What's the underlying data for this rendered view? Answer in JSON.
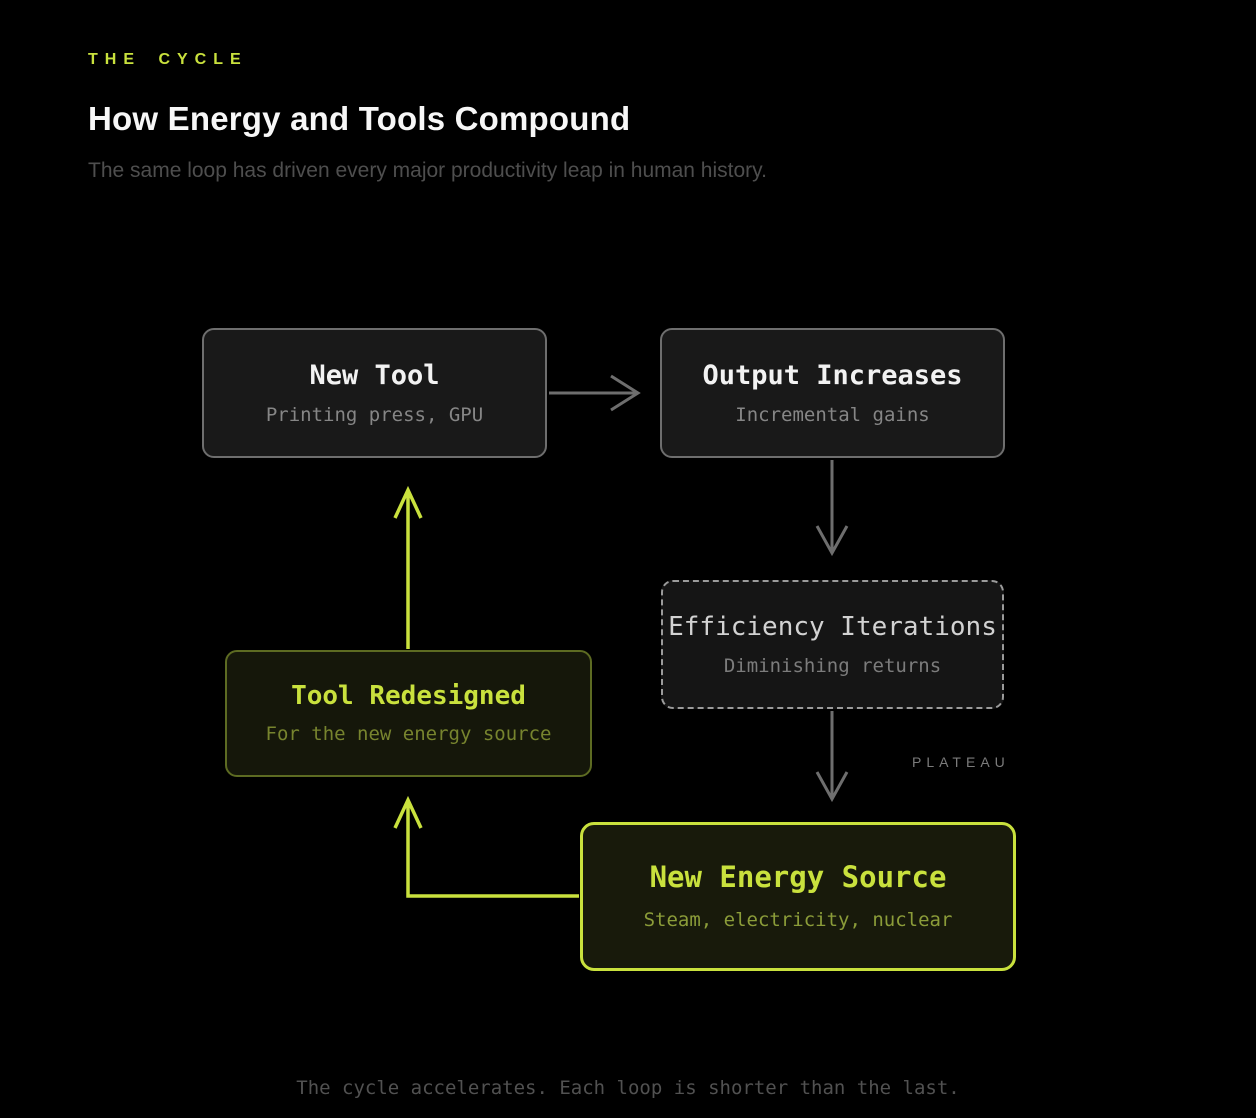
{
  "header": {
    "eyebrow": "THE CYCLE",
    "title": "How Energy and Tools Compound",
    "subtitle": "The same loop has driven every major productivity leap in human history."
  },
  "nodes": {
    "new_tool": {
      "title": "New Tool",
      "subtitle": "Printing press, GPU"
    },
    "output_increases": {
      "title": "Output Increases",
      "subtitle": "Incremental gains"
    },
    "efficiency_iterations": {
      "title": "Efficiency Iterations",
      "subtitle": "Diminishing returns"
    },
    "tool_redesigned": {
      "title": "Tool Redesigned",
      "subtitle": "For the new energy source"
    },
    "new_energy_source": {
      "title": "New Energy Source",
      "subtitle": "Steam, electricity, nuclear"
    }
  },
  "labels": {
    "plateau": "PLATEAU"
  },
  "footer": {
    "caption": "The cycle accelerates. Each loop is shorter than the last."
  },
  "colors": {
    "accent": "#c9e13d",
    "arrow_gray": "#6e6e6e",
    "bg": "#000000"
  }
}
